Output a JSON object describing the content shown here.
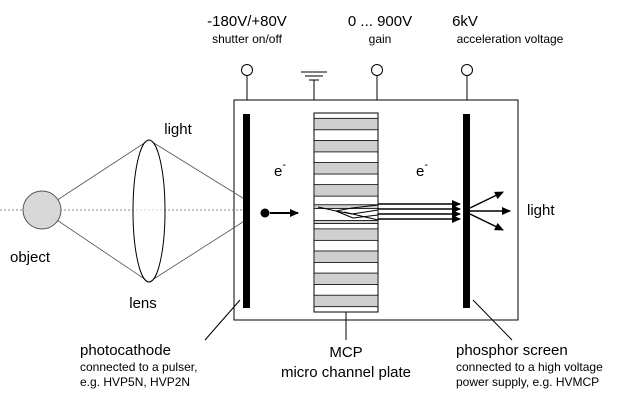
{
  "terminals": [
    {
      "id": "shutter",
      "voltage": "-180V/+80V",
      "caption": "shutter on/off"
    },
    {
      "id": "gain",
      "voltage": "0 ... 900V",
      "caption": "gain"
    },
    {
      "id": "accel",
      "voltage": "6kV",
      "caption": "acceleration voltage"
    }
  ],
  "labels": {
    "light_in": "light",
    "light_out": "light",
    "object": "object",
    "lens": "lens",
    "electron_left": "e",
    "electron_right": "e",
    "electron_sup": "-"
  },
  "components": {
    "photocathode": {
      "title": "photocathode",
      "line1": "connected to a pulser,",
      "line2": "e.g. HVP5N, HVP2N"
    },
    "mcp": {
      "title": "MCP",
      "subtitle": "micro channel plate"
    },
    "phosphor": {
      "title": "phosphor screen",
      "line1": "connected to a high voltage",
      "line2": "power supply, e.g. HVMCP"
    }
  }
}
